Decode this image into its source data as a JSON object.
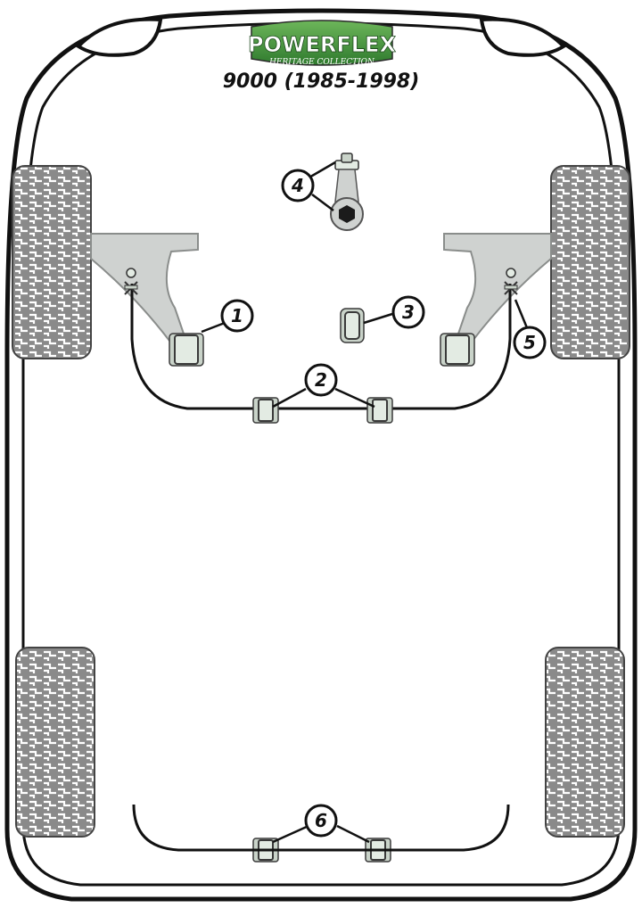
{
  "brand": {
    "logo_text": "POWERFLEX",
    "logo_subtext": "HERITAGE COLLECTION",
    "logo_color": "#3d8a3a",
    "logo_text_color": "#ffffff"
  },
  "title": "9000 (1985-1998)",
  "callouts": [
    {
      "id": 1,
      "label": "1"
    },
    {
      "id": 2,
      "label": "2"
    },
    {
      "id": 3,
      "label": "3"
    },
    {
      "id": 4,
      "label": "4"
    },
    {
      "id": 5,
      "label": "5"
    },
    {
      "id": 6,
      "label": "6"
    }
  ],
  "colors": {
    "outline": "#111111",
    "tyre": "#8a8a8a",
    "tyre_tread": "#ffffff",
    "arm": "#cfd2d0",
    "bush": "#e3ebe3"
  }
}
